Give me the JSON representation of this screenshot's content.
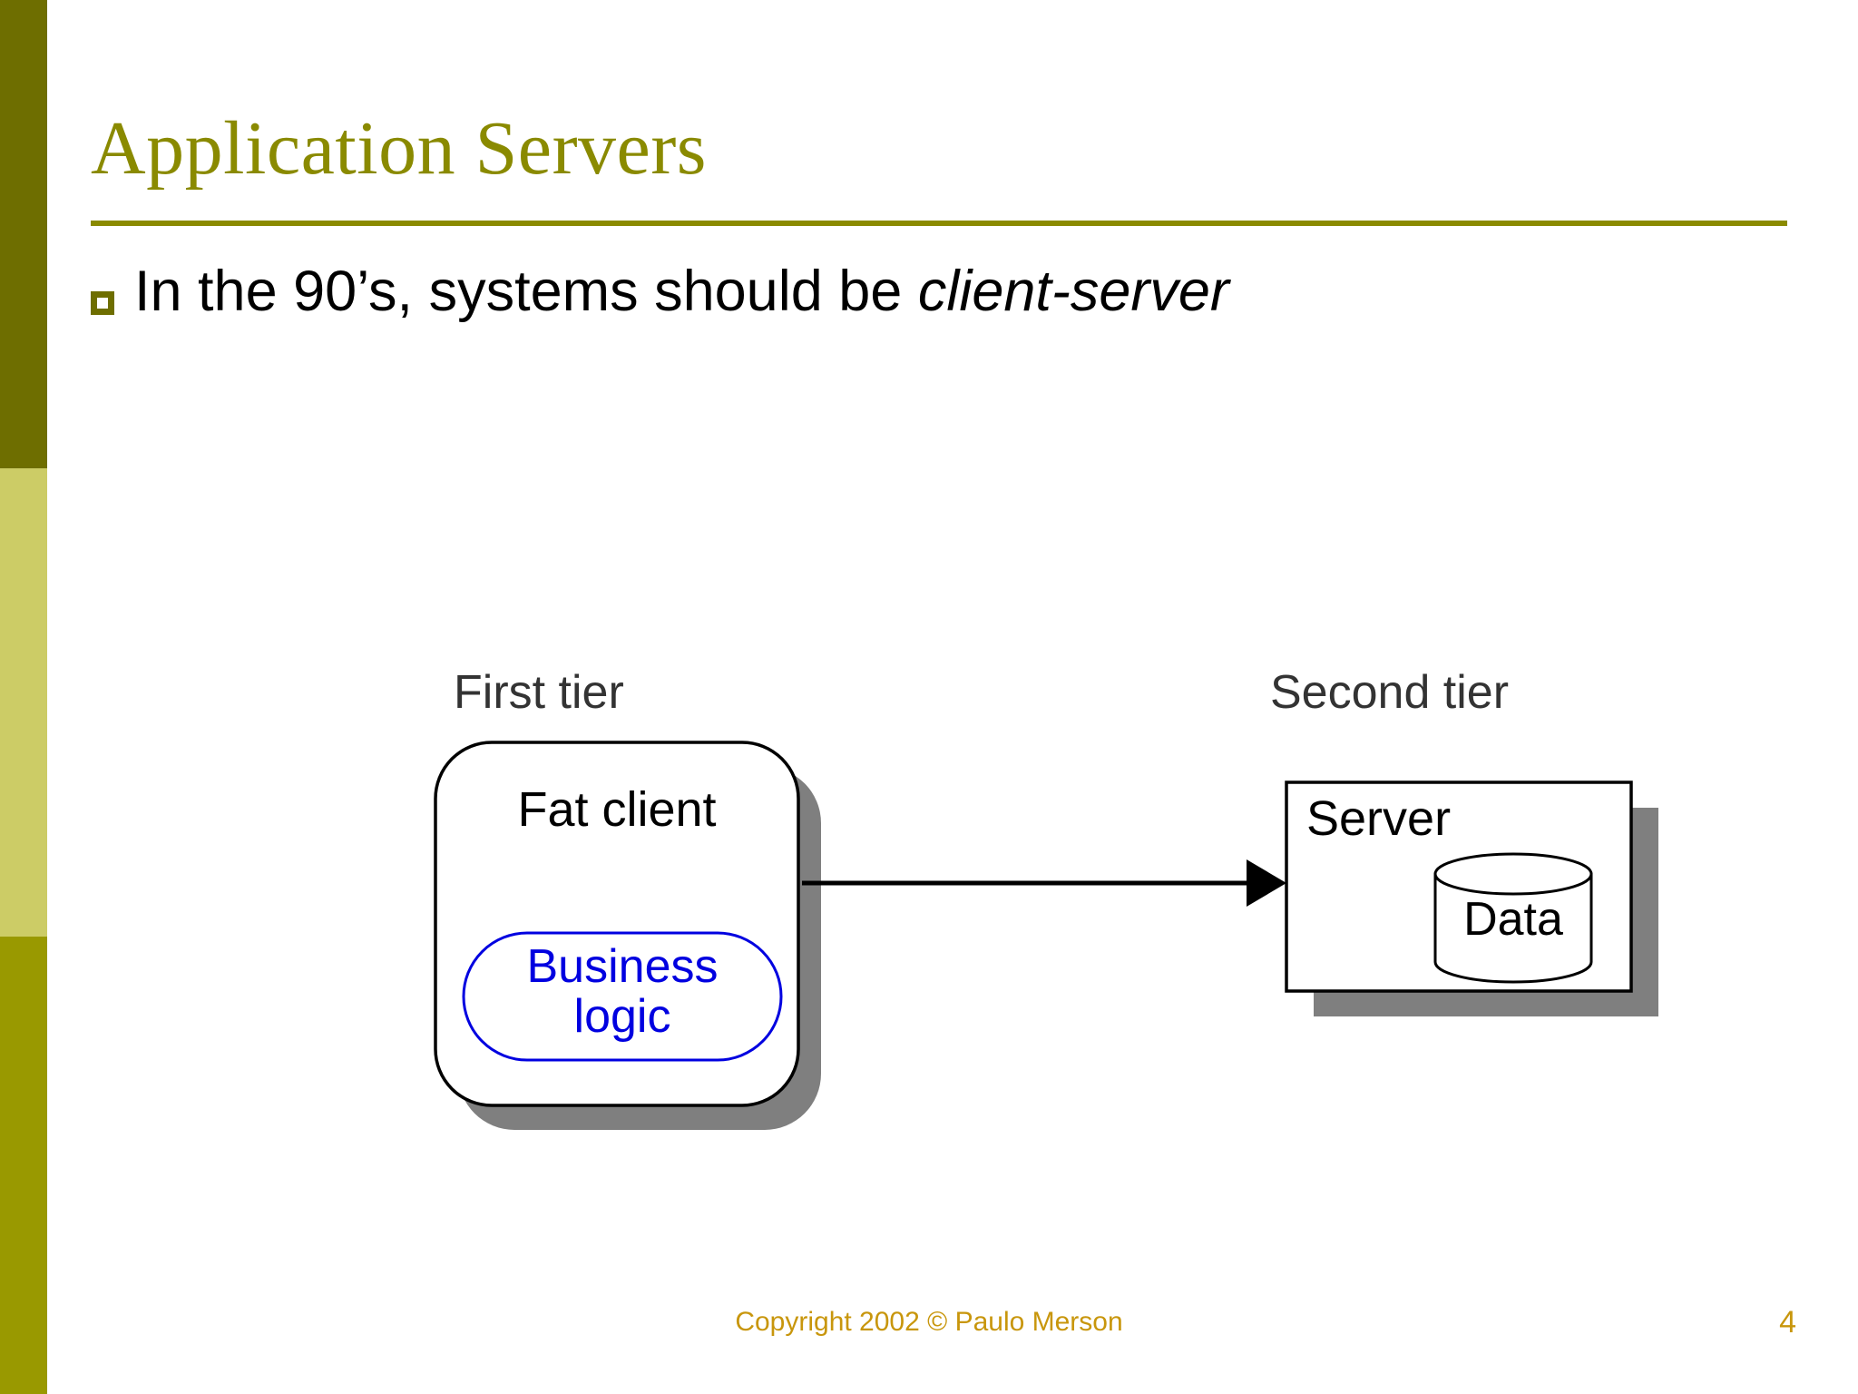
{
  "slide": {
    "title": "Application Servers",
    "theme": {
      "title_color": "#8A8A00",
      "rule_color": "#8A8A00",
      "bullet_color": "#6E6E00",
      "sidebar_top": "#6E6E00",
      "sidebar_middle": "#CCCC66",
      "sidebar_bottom": "#999900",
      "footer_color": "#C8960C",
      "body_color": "#000000",
      "accent_blue": "#0000E0",
      "shadow_gray": "#7F7F7F"
    }
  },
  "body": {
    "bullets": [
      {
        "marker": "hollow-square",
        "text_plain": "In the 90’s, systems should be client-server",
        "run_normal": "In the 90’s, systems should be ",
        "run_italic": "client-server"
      }
    ]
  },
  "diagram": {
    "labels": {
      "first_tier": "First tier",
      "second_tier": "Second tier",
      "fat_client": "Fat client",
      "business_logic_line1": "Business",
      "business_logic_line2": "logic",
      "server": "Server",
      "data": "Data"
    },
    "connector": {
      "from": "fat-client",
      "to": "server",
      "style": "solid-line-with-filled-arrowhead",
      "direction": "right"
    }
  },
  "footer": {
    "copyright": "Copyright 2002 © Paulo Merson",
    "page_number": "4"
  }
}
